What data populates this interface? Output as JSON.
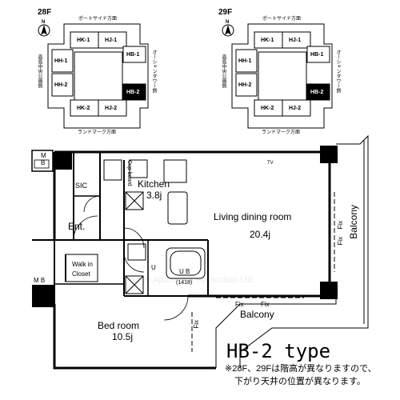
{
  "key_plans": [
    {
      "floor": "28F",
      "north": "N",
      "units": {
        "hk1": "HK-1",
        "hj1": "HJ-1",
        "hh1": "HH-1",
        "hb1": "HB-1",
        "hh2": "HH-2",
        "hb2": "HB-2",
        "hk2": "HK-2",
        "hj2": "HJ-2"
      },
      "sides": {
        "top": "ポートサイド方面",
        "bottom": "ランドマーク方面",
        "left": "高島中央公園側",
        "right": "オーシャンタワー側"
      }
    },
    {
      "floor": "29F",
      "north": "N",
      "units": {
        "hk1": "HK-1",
        "hj1": "HJ-1",
        "hh1": "HH-1",
        "hb1": "HB-1",
        "hh2": "HH-2",
        "hb2": "HB-2",
        "hk2": "HK-2",
        "hj2": "HJ-2"
      },
      "sides": {
        "top": "ポートサイド方面",
        "bottom": "ランドマーク方面",
        "left": "高島中央公園側",
        "right": "オーシャンタワー側"
      }
    }
  ],
  "plan": {
    "mb_top": "M\nB",
    "mb_bottom": "M B",
    "sic": "SIC",
    "cup_board": "Cup board",
    "tv": "TV",
    "kitchen": "Kitchen",
    "kitchen_area": "3.8j",
    "living": "Living dining room",
    "living_area": "20.4j",
    "entrance": "Ent.",
    "u": "U",
    "ub": "U B",
    "ub_size": "(1418)",
    "walk_in_1": "Walk in",
    "walk_in_2": "Closet",
    "bedroom": "Bed room",
    "bedroom_area": "10.5j",
    "balcony_right": "Balcony",
    "balcony_bottom": "Balcony",
    "fix_right_1": "Fix",
    "fix_right_2": "Fix",
    "fix_bottom_1": "Fix",
    "fix_bottom_2": "Fix",
    "fix_bed": "Fix",
    "watermark": "Tokyo Apartment Relocation Ltd."
  },
  "caption": {
    "title": "HB-2  type",
    "note_line1": "※28F、29Fは階高が異なりますので、",
    "note_line2": "下がり天井の位置が異なります。"
  }
}
